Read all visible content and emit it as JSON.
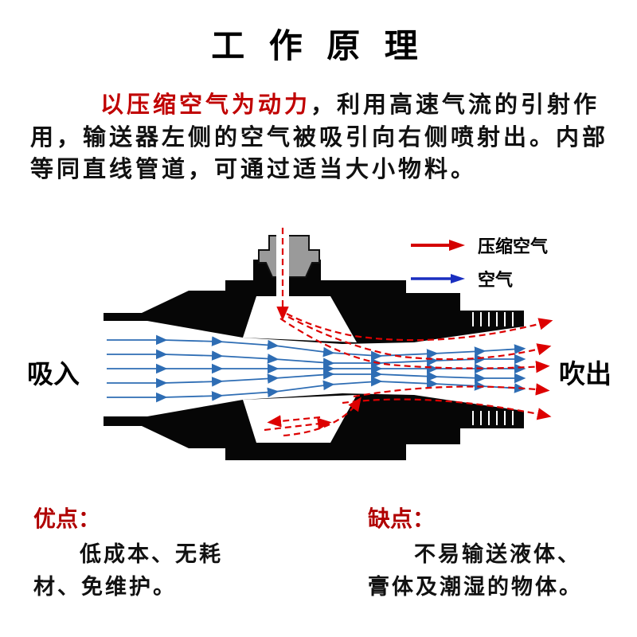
{
  "title": "工 作 原 理",
  "intro": {
    "highlight": "以压缩空气为动力",
    "rest": "，利用高速气流的引射作用，输送器左侧的空气被吸引向右侧喷射出。内部等同直线管道，可通过适当大小物料。"
  },
  "legend": {
    "compressed_air_label": "压缩空气",
    "air_label": "空气",
    "compressed_air_color": "#d40000",
    "air_color": "#1a2fc0"
  },
  "diagram": {
    "intake_label": "吸入",
    "outlet_label": "吹出",
    "body_color": "#060606",
    "stream_air_color": "#2e6db4",
    "stream_compressed_color": "#dd0000",
    "fitting_color": "#9a9a9a"
  },
  "advantages": {
    "heading": "优点：",
    "body": "低成本、无耗材、免维护。"
  },
  "disadvantages": {
    "heading": "缺点：",
    "body": "不易输送液体、膏体及潮湿的物体。"
  }
}
